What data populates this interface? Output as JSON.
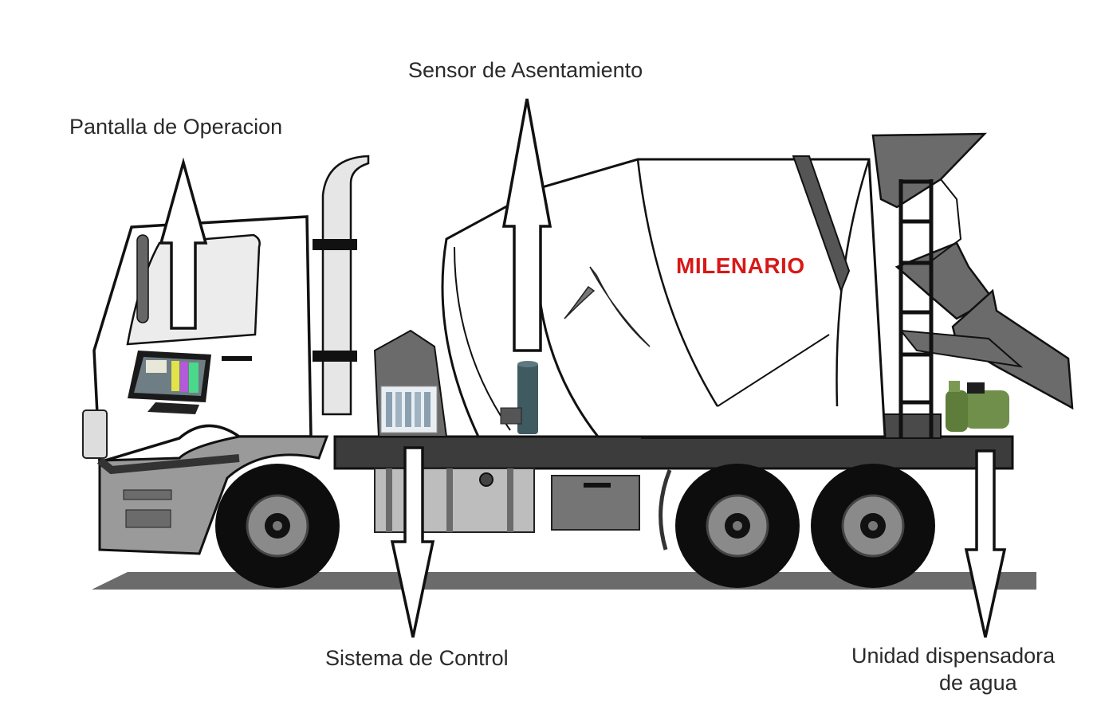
{
  "diagram": {
    "subject": "Camion mezclador de concreto",
    "brand_text": "MILENARIO",
    "colors": {
      "brand": "#d81818",
      "label_text": "#2a2a2a",
      "body_gray": "#6b6b6b",
      "dark_gray": "#3c3c3c",
      "light_gray": "#bdbdbd",
      "pump_green": "#6f8f4a",
      "sensor_teal": "#3f5a60"
    },
    "labels": [
      {
        "id": "pantalla",
        "text": "Pantalla de Operacion",
        "arrow": "up"
      },
      {
        "id": "sensor",
        "text": "Sensor de Asentamiento",
        "arrow": "up"
      },
      {
        "id": "control",
        "text": "Sistema de Control",
        "arrow": "down"
      },
      {
        "id": "agua_line1",
        "text": "Unidad dispensadora",
        "arrow": "down"
      },
      {
        "id": "agua_line2",
        "text": "de agua"
      }
    ],
    "components": [
      {
        "name": "operation-screen",
        "icon": "touchscreen-monitor"
      },
      {
        "name": "slump-sensor",
        "icon": "cylinder-sensor"
      },
      {
        "name": "control-system",
        "icon": "plc-rack"
      },
      {
        "name": "water-pump",
        "icon": "electric-pump"
      }
    ]
  }
}
